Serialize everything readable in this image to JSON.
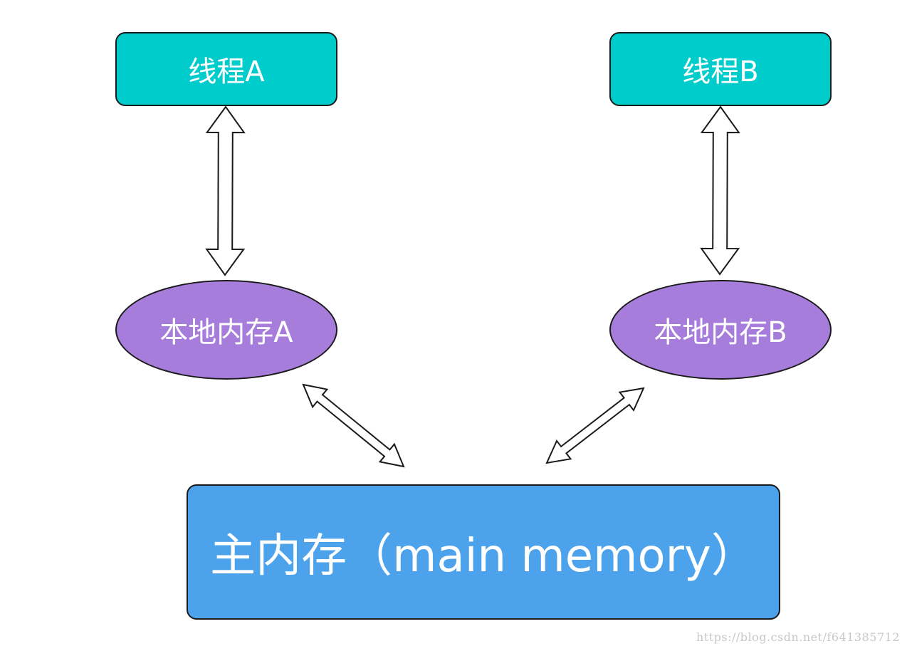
{
  "diagram": {
    "nodes": {
      "thread_a": {
        "label": "线程A",
        "color": "#00CCCC"
      },
      "thread_b": {
        "label": "线程B",
        "color": "#00CCCC"
      },
      "local_a": {
        "label": "本地内存A",
        "color": "#A77DDB"
      },
      "local_b": {
        "label": "本地内存B",
        "color": "#A77DDB"
      },
      "main_memory": {
        "label": "主内存（main memory）",
        "color": "#4DA3EB"
      }
    },
    "edges": [
      {
        "from": "thread_a",
        "to": "local_a",
        "type": "bidirectional"
      },
      {
        "from": "thread_b",
        "to": "local_b",
        "type": "bidirectional"
      },
      {
        "from": "local_a",
        "to": "main_memory",
        "type": "bidirectional"
      },
      {
        "from": "local_b",
        "to": "main_memory",
        "type": "bidirectional"
      }
    ]
  },
  "watermark": "https://blog.csdn.net/f641385712"
}
